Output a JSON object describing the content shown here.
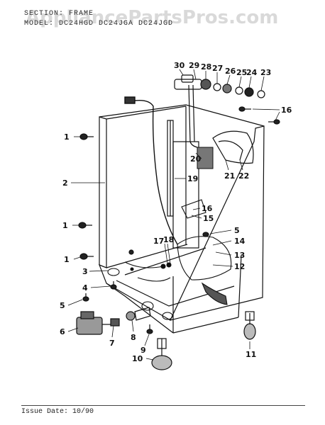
{
  "header": {
    "section_line": "SECTION: FRAME",
    "model_line": "MODEL: DC24HGD  DC24JGA  DC24JGD"
  },
  "watermark": "AppliancePartsPros.com",
  "footer": {
    "issue_date": "Issue Date: 10/90"
  },
  "callouts": [
    "1",
    "2",
    "1",
    "1",
    "3",
    "4",
    "5",
    "6",
    "7",
    "8",
    "9",
    "10",
    "11",
    "12",
    "13",
    "14",
    "5",
    "15",
    "16",
    "17",
    "18",
    "19",
    "20",
    "21",
    "22",
    "16",
    "23",
    "24",
    "25",
    "26",
    "27",
    "28",
    "29",
    "30"
  ],
  "colors": {
    "ink": "#111111",
    "paper": "#ffffff"
  }
}
